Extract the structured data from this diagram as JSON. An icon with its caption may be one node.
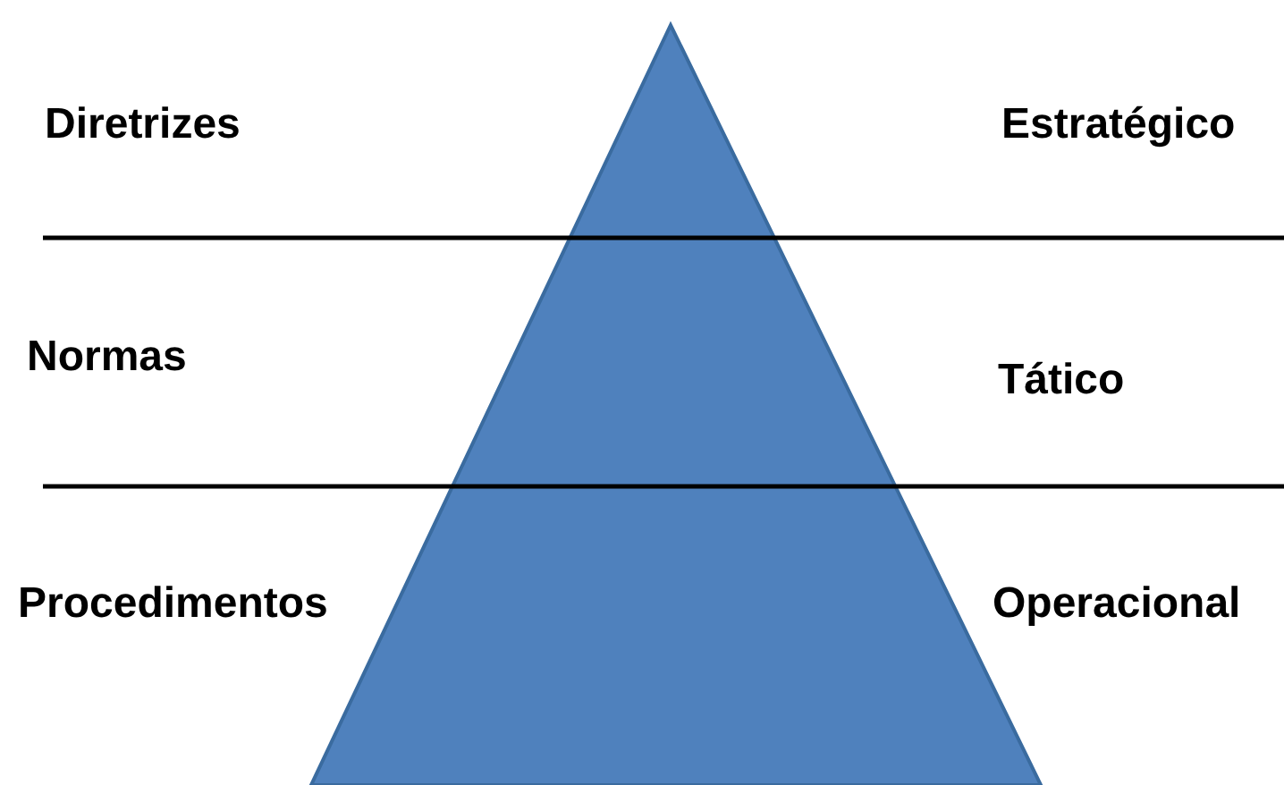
{
  "diagram": {
    "labels": [
      "Diretrizes",
      "Estratégico",
      "Normas",
      "Tático",
      "Procedimentos",
      "Operacional"
    ]
  }
}
